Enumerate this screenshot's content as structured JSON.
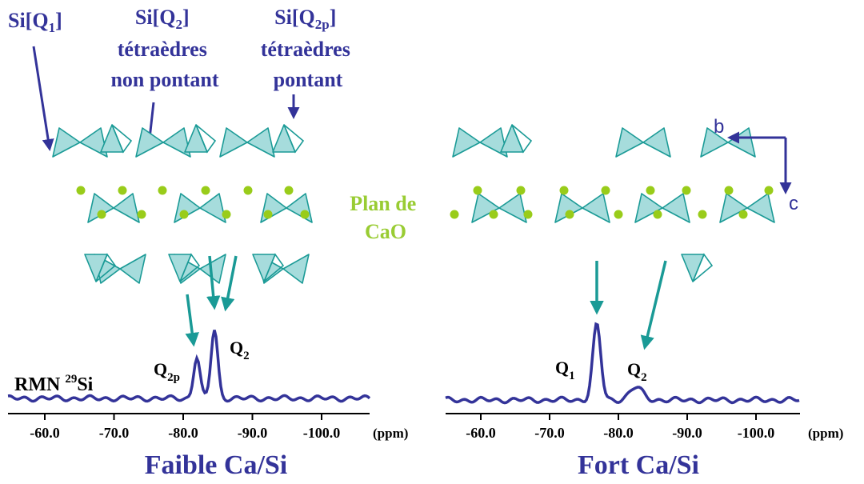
{
  "colors": {
    "label_blue": "#333399",
    "teal": "#1a9a96",
    "tetra_fill": "#a6dcdc",
    "cao_green": "#99cc33",
    "spectrum": "#333399"
  },
  "labels": {
    "q1_prefix": "Si[Q",
    "q1_sub": "1",
    "q1_suffix": "]",
    "q2_prefix": "Si[Q",
    "q2_sub": "2",
    "q2_suffix": "]",
    "q2_line2": "tétraèdres",
    "q2_line3": "non pontant",
    "q2p_prefix": "Si[Q",
    "q2p_sub": "2p",
    "q2p_suffix": "]",
    "q2p_line2": "tétraèdres",
    "q2p_line3": "pontant",
    "cao_line1": "Plan de",
    "cao_line2": "CaO",
    "axis_b": "b",
    "axis_c": "c",
    "rmn_prefix": "RMN ",
    "rmn_sup": "29",
    "rmn_suffix": "Si"
  },
  "left_spectrum": {
    "title": "Faible Ca/Si",
    "peaks": [
      {
        "q": "Q",
        "sub": "2p"
      },
      {
        "q": "Q",
        "sub": "2"
      }
    ],
    "ticks": [
      "-60.0",
      "-70.0",
      "-80.0",
      "-90.0",
      "-100.0"
    ],
    "unit": "(ppm)"
  },
  "right_spectrum": {
    "title": "Fort Ca/Si",
    "peaks": [
      {
        "q": "Q",
        "sub": "1"
      },
      {
        "q": "Q",
        "sub": "2"
      }
    ],
    "ticks": [
      "-60.0",
      "-70.0",
      "-80.0",
      "-90.0",
      "-100.0"
    ],
    "unit": "(ppm)"
  }
}
